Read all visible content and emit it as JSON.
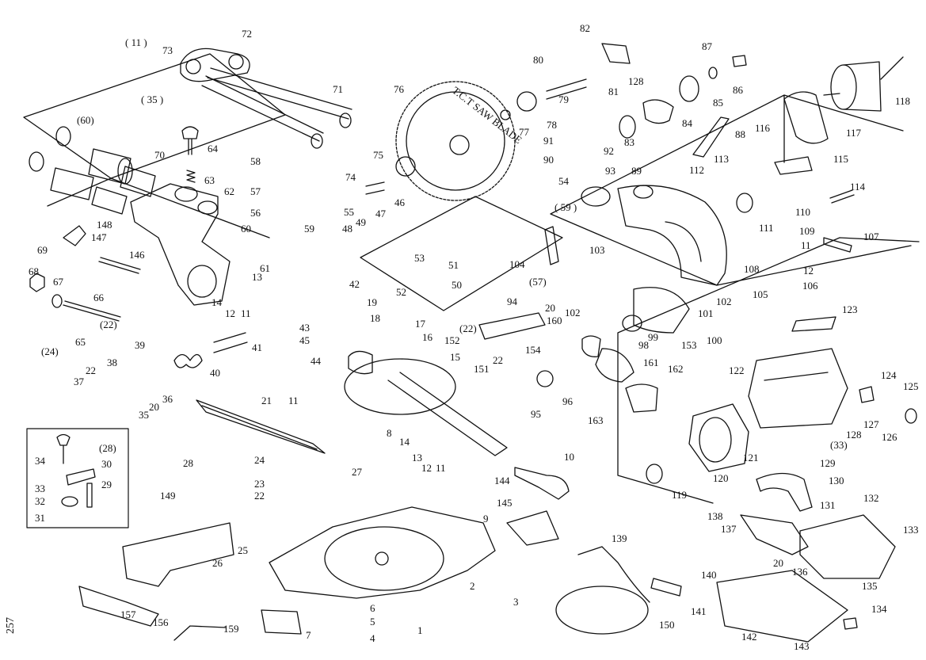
{
  "page_number": "257",
  "blade_text": "T.C.T SAW BLADE",
  "callouts": [
    {
      "id": "c11a",
      "text": "( 11 )"
    },
    {
      "id": "c73",
      "text": "73"
    },
    {
      "id": "c72",
      "text": "72"
    },
    {
      "id": "c35a",
      "text": "( 35 )"
    },
    {
      "id": "c71",
      "text": "71"
    },
    {
      "id": "c60a",
      "text": "(60)"
    },
    {
      "id": "c70",
      "text": "70"
    },
    {
      "id": "c64",
      "text": "64"
    },
    {
      "id": "c63",
      "text": "63"
    },
    {
      "id": "c62",
      "text": "62"
    },
    {
      "id": "c148",
      "text": "148"
    },
    {
      "id": "c69",
      "text": "69"
    },
    {
      "id": "c147",
      "text": "147"
    },
    {
      "id": "c146",
      "text": "146"
    },
    {
      "id": "c68",
      "text": "68"
    },
    {
      "id": "c67",
      "text": "67"
    },
    {
      "id": "c66",
      "text": "66"
    },
    {
      "id": "c22a",
      "text": "(22)"
    },
    {
      "id": "c24a",
      "text": "(24)"
    },
    {
      "id": "c65",
      "text": "65"
    },
    {
      "id": "c39",
      "text": "39"
    },
    {
      "id": "c38",
      "text": "38"
    },
    {
      "id": "c22b",
      "text": "22"
    },
    {
      "id": "c37",
      "text": "37"
    },
    {
      "id": "c36",
      "text": "36"
    },
    {
      "id": "c20a",
      "text": "20"
    },
    {
      "id": "c35b",
      "text": "35"
    },
    {
      "id": "c40",
      "text": "40"
    },
    {
      "id": "c41",
      "text": "41"
    },
    {
      "id": "c58",
      "text": "58"
    },
    {
      "id": "c57",
      "text": "57"
    },
    {
      "id": "c55",
      "text": "55"
    },
    {
      "id": "c56",
      "text": "56"
    },
    {
      "id": "c60b",
      "text": "60"
    },
    {
      "id": "c59",
      "text": "59"
    },
    {
      "id": "c61",
      "text": "61"
    },
    {
      "id": "c13a",
      "text": "13"
    },
    {
      "id": "c14a",
      "text": "14"
    },
    {
      "id": "c12a",
      "text": "12"
    },
    {
      "id": "c11b",
      "text": "11"
    },
    {
      "id": "c43",
      "text": "43"
    },
    {
      "id": "c45",
      "text": "45"
    },
    {
      "id": "c44",
      "text": "44"
    },
    {
      "id": "c42",
      "text": "42"
    },
    {
      "id": "c19",
      "text": "19"
    },
    {
      "id": "c18",
      "text": "18"
    },
    {
      "id": "c48",
      "text": "48"
    },
    {
      "id": "c49",
      "text": "49"
    },
    {
      "id": "c47",
      "text": "47"
    },
    {
      "id": "c46",
      "text": "46"
    },
    {
      "id": "c53",
      "text": "53"
    },
    {
      "id": "c51",
      "text": "51"
    },
    {
      "id": "c52",
      "text": "52"
    },
    {
      "id": "c50",
      "text": "50"
    },
    {
      "id": "c76",
      "text": "76"
    },
    {
      "id": "c75",
      "text": "75"
    },
    {
      "id": "c74",
      "text": "74"
    },
    {
      "id": "c80",
      "text": "80"
    },
    {
      "id": "c82",
      "text": "82"
    },
    {
      "id": "c128a",
      "text": "128"
    },
    {
      "id": "c81",
      "text": "81"
    },
    {
      "id": "c79",
      "text": "79"
    },
    {
      "id": "c77",
      "text": "77"
    },
    {
      "id": "c78",
      "text": "78"
    },
    {
      "id": "c87",
      "text": "87"
    },
    {
      "id": "c86",
      "text": "86"
    },
    {
      "id": "c85",
      "text": "85"
    },
    {
      "id": "c84",
      "text": "84"
    },
    {
      "id": "c83",
      "text": "83"
    },
    {
      "id": "c118",
      "text": "118"
    },
    {
      "id": "c117",
      "text": "117"
    },
    {
      "id": "c88",
      "text": "88"
    },
    {
      "id": "c116",
      "text": "116"
    },
    {
      "id": "c91",
      "text": "91"
    },
    {
      "id": "c92",
      "text": "92"
    },
    {
      "id": "c90",
      "text": "90"
    },
    {
      "id": "c93",
      "text": "93"
    },
    {
      "id": "c89",
      "text": "89"
    },
    {
      "id": "c113",
      "text": "113"
    },
    {
      "id": "c112",
      "text": "112"
    },
    {
      "id": "c115",
      "text": "115"
    },
    {
      "id": "c54",
      "text": "54"
    },
    {
      "id": "c59b",
      "text": "( 59 )"
    },
    {
      "id": "c114",
      "text": "114"
    },
    {
      "id": "c111",
      "text": "111"
    },
    {
      "id": "c110",
      "text": "110"
    },
    {
      "id": "c109",
      "text": "109"
    },
    {
      "id": "c11c",
      "text": "11"
    },
    {
      "id": "c107",
      "text": "107"
    },
    {
      "id": "c104",
      "text": "104"
    },
    {
      "id": "c103",
      "text": "103"
    },
    {
      "id": "c57b",
      "text": "(57)"
    },
    {
      "id": "c108",
      "text": "108"
    },
    {
      "id": "c12c",
      "text": "12"
    },
    {
      "id": "c106",
      "text": "106"
    },
    {
      "id": "c105",
      "text": "105"
    },
    {
      "id": "c102a",
      "text": "102"
    },
    {
      "id": "c101",
      "text": "101"
    },
    {
      "id": "c94",
      "text": "94"
    },
    {
      "id": "c20b",
      "text": "20"
    },
    {
      "id": "c102b",
      "text": "102"
    },
    {
      "id": "c22c",
      "text": "(22)"
    },
    {
      "id": "c17",
      "text": "17"
    },
    {
      "id": "c16",
      "text": "16"
    },
    {
      "id": "c160",
      "text": "160"
    },
    {
      "id": "c99",
      "text": "99"
    },
    {
      "id": "c98",
      "text": "98"
    },
    {
      "id": "c153",
      "text": "153"
    },
    {
      "id": "c100",
      "text": "100"
    },
    {
      "id": "c123",
      "text": "123"
    },
    {
      "id": "c152",
      "text": "152"
    },
    {
      "id": "c154",
      "text": "154"
    },
    {
      "id": "c15",
      "text": "15"
    },
    {
      "id": "c22d",
      "text": "22"
    },
    {
      "id": "c161",
      "text": "161"
    },
    {
      "id": "c162",
      "text": "162"
    },
    {
      "id": "c151",
      "text": "151"
    },
    {
      "id": "c95",
      "text": "95"
    },
    {
      "id": "c96",
      "text": "96"
    },
    {
      "id": "c122",
      "text": "122"
    },
    {
      "id": "c124",
      "text": "124"
    },
    {
      "id": "c125",
      "text": "125"
    },
    {
      "id": "c163",
      "text": "163"
    },
    {
      "id": "c127",
      "text": "127"
    },
    {
      "id": "c128b",
      "text": "128"
    },
    {
      "id": "c126",
      "text": "126"
    },
    {
      "id": "c33a",
      "text": "(33)"
    },
    {
      "id": "c21",
      "text": "21"
    },
    {
      "id": "c11d",
      "text": "11"
    },
    {
      "id": "c8",
      "text": "8"
    },
    {
      "id": "c14b",
      "text": "14"
    },
    {
      "id": "c13b",
      "text": "13"
    },
    {
      "id": "c12b",
      "text": "12"
    },
    {
      "id": "c11e",
      "text": "11"
    },
    {
      "id": "c27",
      "text": "27"
    },
    {
      "id": "c10",
      "text": "10"
    },
    {
      "id": "c121",
      "text": "121"
    },
    {
      "id": "c129",
      "text": "129"
    },
    {
      "id": "c28a",
      "text": "(28)"
    },
    {
      "id": "c34",
      "text": "34"
    },
    {
      "id": "c30",
      "text": "30"
    },
    {
      "id": "c33b",
      "text": "33"
    },
    {
      "id": "c29",
      "text": "29"
    },
    {
      "id": "c32",
      "text": "32"
    },
    {
      "id": "c31",
      "text": "31"
    },
    {
      "id": "c28b",
      "text": "28"
    },
    {
      "id": "c24b",
      "text": "24"
    },
    {
      "id": "c23",
      "text": "23"
    },
    {
      "id": "c22e",
      "text": "22"
    },
    {
      "id": "c144",
      "text": "144"
    },
    {
      "id": "c145",
      "text": "145"
    },
    {
      "id": "c120",
      "text": "120"
    },
    {
      "id": "c130",
      "text": "130"
    },
    {
      "id": "c119",
      "text": "119"
    },
    {
      "id": "c149",
      "text": "149"
    },
    {
      "id": "c9",
      "text": "9"
    },
    {
      "id": "c132",
      "text": "132"
    },
    {
      "id": "c131",
      "text": "131"
    },
    {
      "id": "c138",
      "text": "138"
    },
    {
      "id": "c137",
      "text": "137"
    },
    {
      "id": "c133",
      "text": "133"
    },
    {
      "id": "c25",
      "text": "25"
    },
    {
      "id": "c139",
      "text": "139"
    },
    {
      "id": "c26",
      "text": "26"
    },
    {
      "id": "c2",
      "text": "2"
    },
    {
      "id": "c3",
      "text": "3"
    },
    {
      "id": "c20c",
      "text": "20"
    },
    {
      "id": "c136",
      "text": "136"
    },
    {
      "id": "c140",
      "text": "140"
    },
    {
      "id": "c135",
      "text": "135"
    },
    {
      "id": "c157",
      "text": "157"
    },
    {
      "id": "c156",
      "text": "156"
    },
    {
      "id": "c6",
      "text": "6"
    },
    {
      "id": "c5",
      "text": "5"
    },
    {
      "id": "c1",
      "text": "1"
    },
    {
      "id": "c150",
      "text": "150"
    },
    {
      "id": "c141",
      "text": "141"
    },
    {
      "id": "c134",
      "text": "134"
    },
    {
      "id": "c4",
      "text": "4"
    },
    {
      "id": "c159",
      "text": "159"
    },
    {
      "id": "c7",
      "text": "7"
    },
    {
      "id": "c142",
      "text": "142"
    },
    {
      "id": "c143",
      "text": "143"
    }
  ]
}
